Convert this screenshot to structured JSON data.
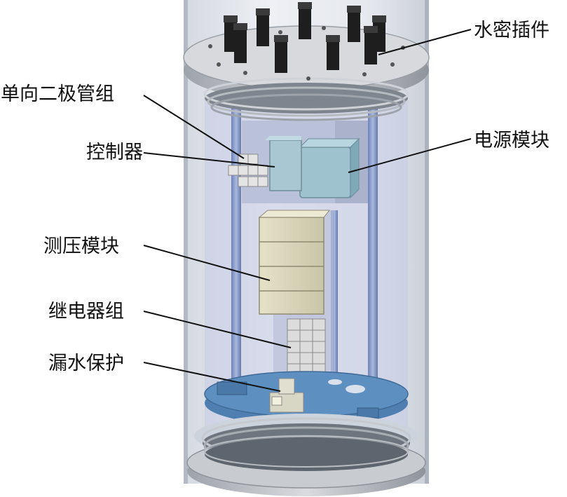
{
  "labels": {
    "waterproof_connector": "水密插件",
    "diode_group": "单向二极管组",
    "controller": "控制器",
    "power_module": "电源模块",
    "pressure_module": "测压模块",
    "relay_group": "继电器组",
    "leak_protection": "漏水保护"
  },
  "colors": {
    "cylinder": "#dde2ea",
    "flange": "#c9ccd1",
    "rod": "#8da2d2",
    "plate": "#a8b3cc",
    "base_disc": "#5d8fc0",
    "pressure_block": "#dcd8bd",
    "power_box": "#9ec3cf",
    "connector": "#1e1e1e",
    "leader_line": "#111111"
  }
}
